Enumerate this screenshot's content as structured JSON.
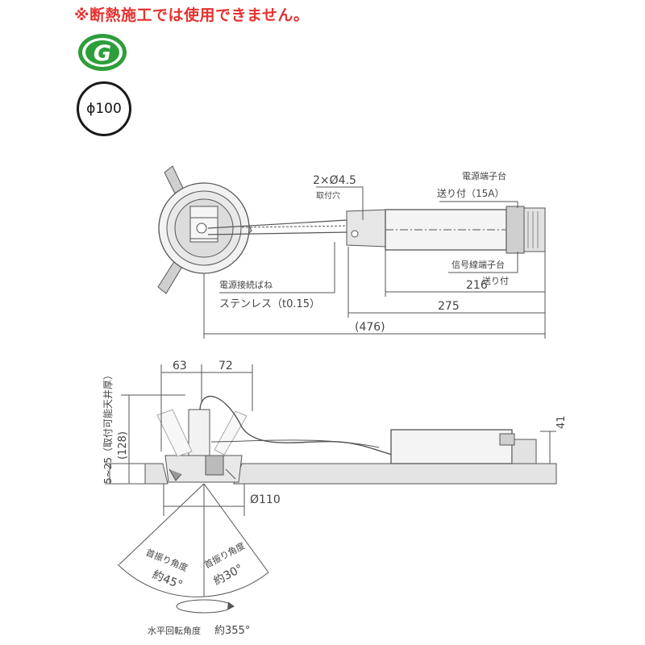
{
  "header": {
    "warning": "※断熱施工では使用できません。",
    "g_mark": "G",
    "diameter_badge": "ϕ100"
  },
  "top_view": {
    "holes_spec": "2×Ø4.5",
    "holes_label": "取付穴",
    "power_terminal": "電源端子台",
    "power_terminal_spec": "送り付（15A）",
    "signal_terminal": "信号線端子台",
    "signal_terminal_spec": "送り付",
    "spring_label": "電源接続ばね",
    "spring_spec": "ステンレス（t0.15）",
    "dim_216": "216",
    "dim_275": "275",
    "dim_476": "(476)"
  },
  "side_view": {
    "dim_63": "63",
    "dim_72": "72",
    "ceiling_range": "5~25（取付可能天井厚）",
    "dim_128": "(128)",
    "dim_41": "41",
    "cutout": "Ø110"
  },
  "angles": {
    "tilt_left_label": "首振り角度",
    "tilt_left_value": "約45°",
    "tilt_right_label": "首振り角度",
    "tilt_right_value": "約30°",
    "rotation_label": "水平回転角度",
    "rotation_value": "約355°"
  },
  "colors": {
    "warning": "#e5322e",
    "g_mark": "#2e9e3a",
    "line": "#555555"
  }
}
